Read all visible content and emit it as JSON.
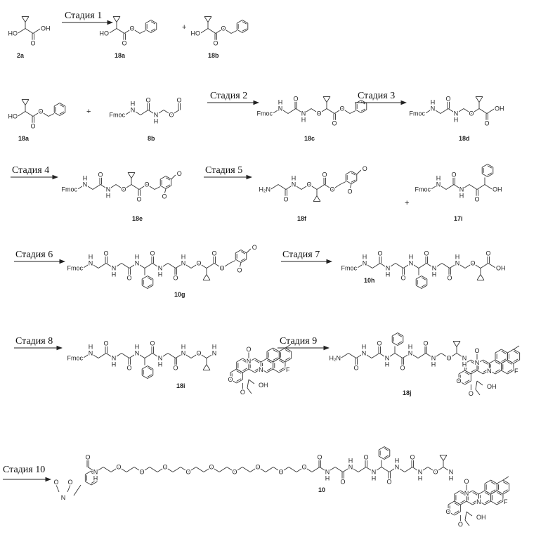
{
  "stages": [
    "Стадия 1",
    "Стадия 2",
    "Стадия 3",
    "Стадия 4",
    "Стадия 5",
    "Стадия 6",
    "Стадия 7",
    "Стадия 8",
    "Стадия 9",
    "Стадия 10"
  ],
  "compounds": {
    "c2a": "2a",
    "c18a": "18a",
    "c18b": "18b",
    "c18a2": "18a",
    "c8b": "8b",
    "c18c": "18c",
    "c18d": "18d",
    "c18e": "18e",
    "c18f": "18f",
    "c17i": "17i",
    "c18g": "10g",
    "c18h": "10h",
    "c18i": "18i",
    "c18j": "18j",
    "c18": "10"
  },
  "plus_sign": "+",
  "atoms": {
    "ho": "HO",
    "oh": "OH",
    "o": "O",
    "n": "N",
    "h": "H",
    "fmoc": "Fmoc",
    "h2n": "H₂N",
    "nh": "NH",
    "f": "F"
  },
  "colors": {
    "ink": "#222222",
    "background": "#ffffff"
  }
}
